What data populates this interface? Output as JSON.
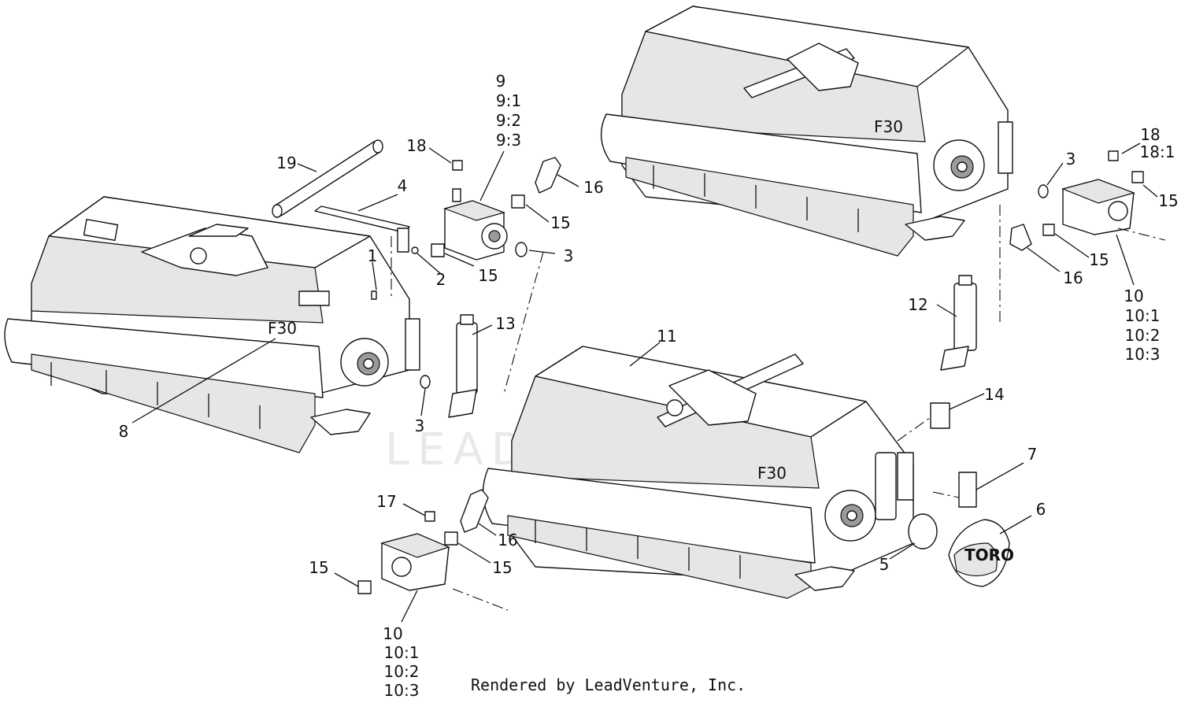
{
  "watermark": "LEADVENTURE",
  "footer": "Rendered by LeadVenture, Inc.",
  "callouts": {
    "c1": "1",
    "c2": "2",
    "c3a": "3",
    "c3b": "3",
    "c3c": "3",
    "c4": "4",
    "c5": "5",
    "c6": "6",
    "c7": "7",
    "c8": "8",
    "c9": [
      "9",
      "9:1",
      "9:2",
      "9:3"
    ],
    "c10a": [
      "10",
      "10:1",
      "10:2",
      "10:3"
    ],
    "c10b": [
      "10",
      "10:1",
      "10:2",
      "10:3"
    ],
    "c11": "11",
    "c12": "12",
    "c13": "13",
    "c14": "14",
    "c15a": "15",
    "c15b": "15",
    "c15c": "15",
    "c15d": "15",
    "c15e": "15",
    "c15f": "15",
    "c16a": "16",
    "c16b": "16",
    "c16c": "16",
    "c17": "17",
    "c18a": "18",
    "c18b": [
      "18",
      "18:1"
    ],
    "c19": "19"
  },
  "decal_text": {
    "model_a": "F30",
    "model_b": "F30",
    "model_c": "F30",
    "cover_brand": "TORO"
  }
}
